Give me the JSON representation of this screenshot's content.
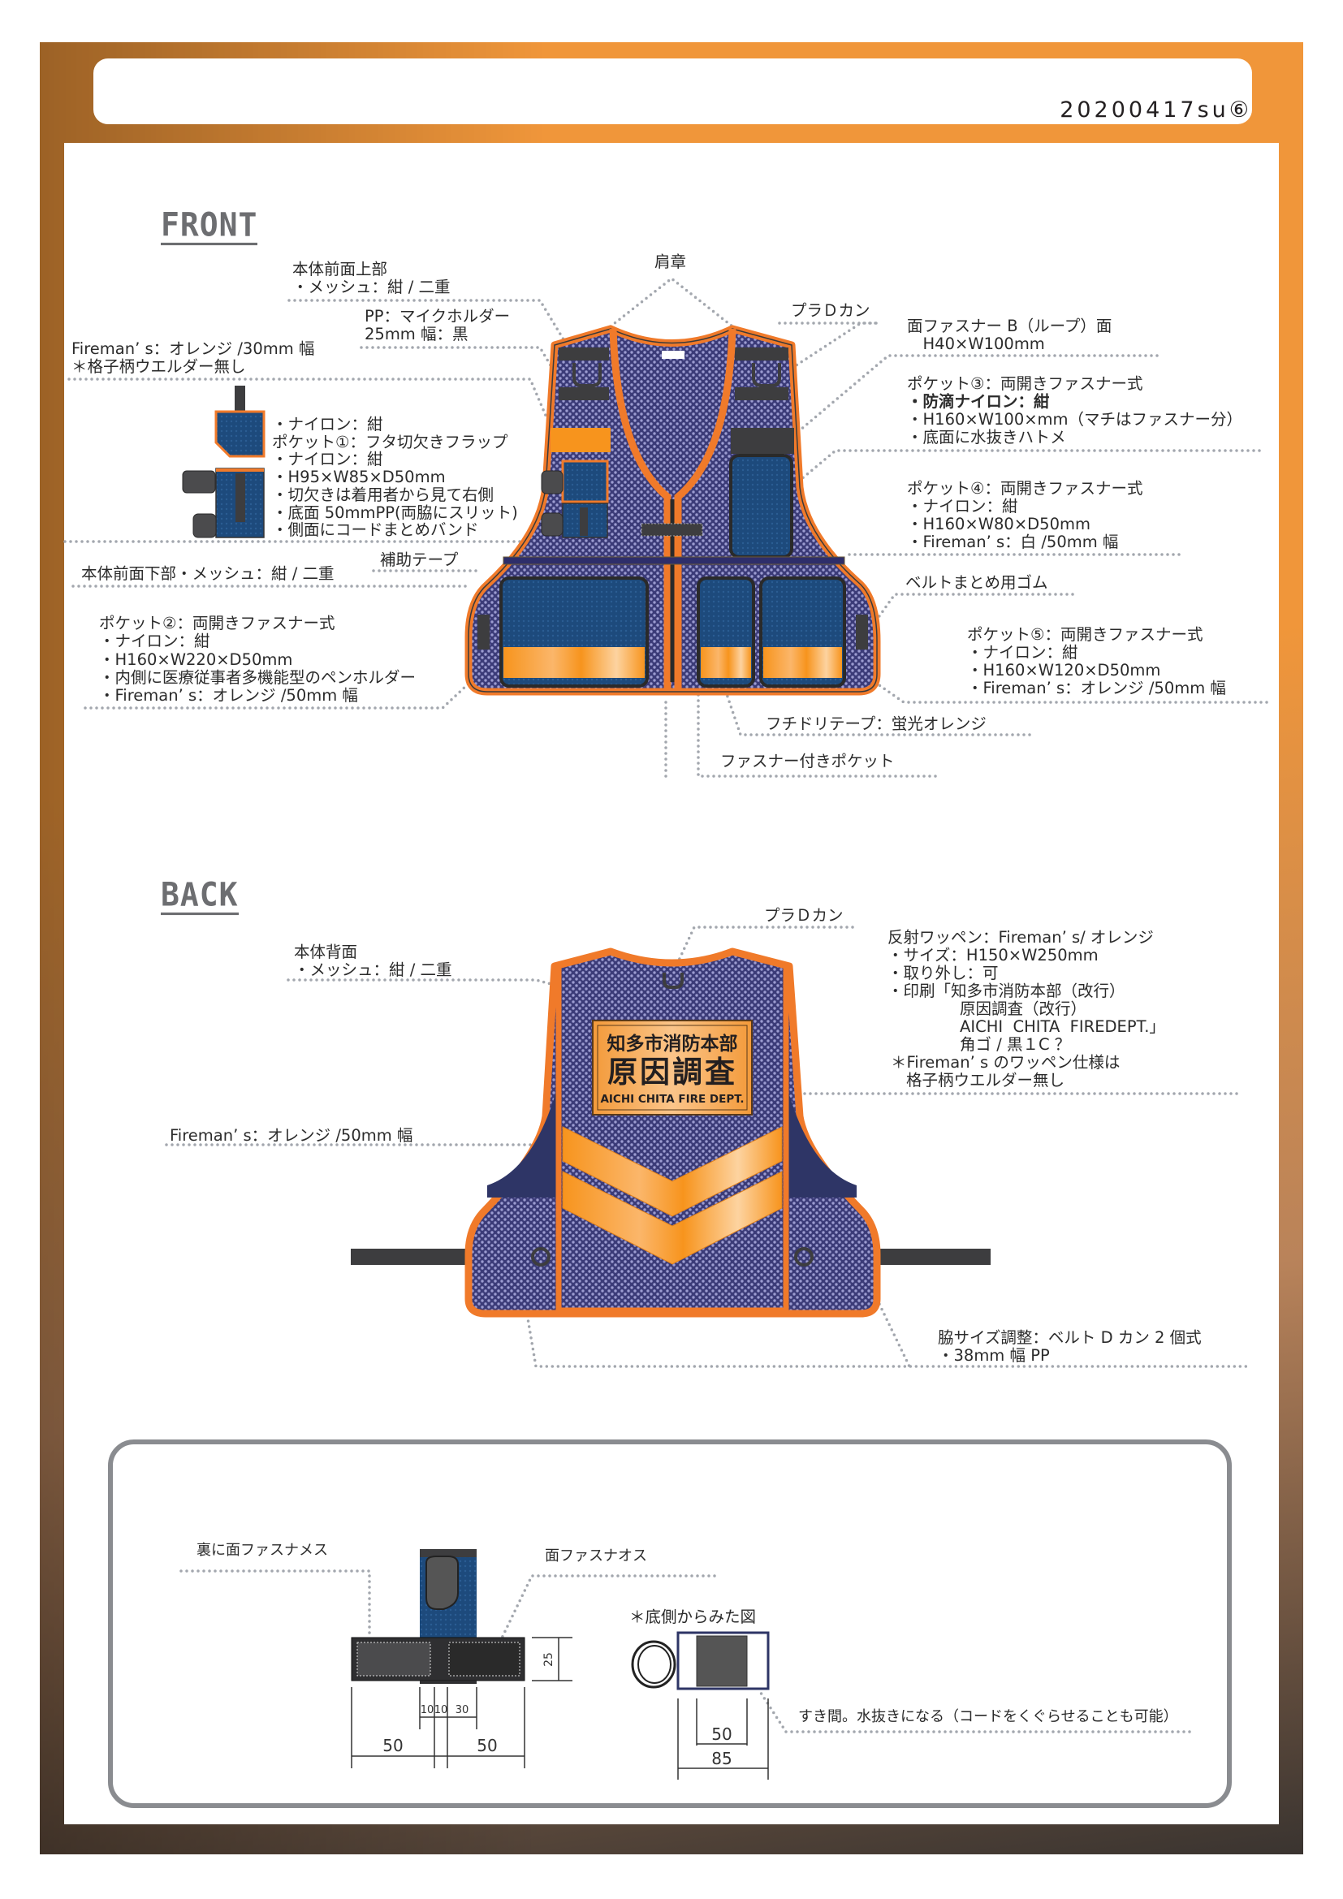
{
  "header": {
    "date": "20200417su⑥"
  },
  "front": {
    "heading": "FRONT",
    "labels": [
      {
        "id": "upper_body",
        "lines": [
          "本体前面上部",
          "・メッシュ：紺 / 二重"
        ]
      },
      {
        "id": "mic_holder",
        "lines": [
          "PP：マイクホルダー",
          "25mm 幅：黒"
        ]
      },
      {
        "id": "fireman30",
        "lines": [
          "Fireman’ s：オレンジ /30mm 幅",
          "＊格子柄ウエルダー無し"
        ]
      },
      {
        "id": "pocket1",
        "lines": [
          "・ナイロン：紺",
          "ポケット①：フタ切欠きフラップ",
          "・ナイロン：紺",
          "・H95×W85×D50mm",
          "・切欠きは着用者から見て右側",
          "・底面 50mmPP(両脇にスリット)",
          "・側面にコードまとめバンド"
        ]
      },
      {
        "id": "hojo_tape",
        "lines": [
          "補助テープ"
        ]
      },
      {
        "id": "lower_body",
        "lines": [
          "本体前面下部・メッシュ：紺 / 二重"
        ]
      },
      {
        "id": "pocket2",
        "lines": [
          "ポケット②：両開きファスナー式",
          "・ナイロン：紺",
          "・H160×W220×D50mm",
          "・内側に医療従事者多機能型のペンホルダー",
          "・Fireman’ s：オレンジ /50mm 幅"
        ]
      },
      {
        "id": "epaulette",
        "lines": [
          "肩章"
        ]
      },
      {
        "id": "d_ring",
        "lines": [
          "プラＤカン"
        ]
      },
      {
        "id": "velcro_b",
        "lines": [
          "面ファスナー B（ループ）面",
          "　H40×W100mm"
        ]
      },
      {
        "id": "pocket3",
        "lines": [
          "ポケット③：両開きファスナー式",
          "・防滴ナイロン：紺",
          "・H160×W100×mm（マチはファスナー分）",
          "・底面に水抜きハトメ"
        ]
      },
      {
        "id": "pocket4",
        "lines": [
          "ポケット④：両開きファスナー式",
          "・ナイロン：紺",
          "・H160×W80×D50mm",
          "・Fireman’ s：白 /50mm 幅"
        ]
      },
      {
        "id": "belt_gum",
        "lines": [
          "ベルトまとめ用ゴム"
        ]
      },
      {
        "id": "pocket5",
        "lines": [
          "ポケット⑤：両開きファスナー式",
          "・ナイロン：紺",
          "・H160×W120×D50mm",
          "・Fireman’ s：オレンジ /50mm 幅"
        ]
      },
      {
        "id": "piping",
        "lines": [
          "フチドリテープ：蛍光オレンジ"
        ]
      },
      {
        "id": "zip_pocket",
        "lines": [
          "ファスナー付きポケット"
        ]
      }
    ]
  },
  "back": {
    "heading": "BACK",
    "patch": {
      "line1": "知多市消防本部",
      "line2": "原因調査",
      "line3": "AICHI CHITA FIRE DEPT."
    },
    "labels": [
      {
        "id": "back_body",
        "lines": [
          "本体背面",
          "・メッシュ：紺 / 二重"
        ]
      },
      {
        "id": "back_d_ring",
        "lines": [
          "プラＤカン"
        ]
      },
      {
        "id": "patch_spec",
        "lines": [
          "反射ワッペン：Fireman’ s/ オレンジ",
          "・サイズ：H150×W250mm",
          "・取り外し：可",
          "・印刷「知多市消防本部（改行）",
          "原因調査（改行）",
          "AICHI  CHITA  FIREDEPT.」",
          "角ゴ / 黒１C ？",
          "＊Fireman’ s のワッペン仕様は",
          "格子柄ウエルダー無し"
        ]
      },
      {
        "id": "back_fireman50",
        "lines": [
          "Fireman’ s：オレンジ /50mm 幅"
        ]
      },
      {
        "id": "side_adjust",
        "lines": [
          "脇サイズ調整：ベルト D カン 2 個式",
          "・38mm 幅 PP"
        ]
      }
    ]
  },
  "detail": {
    "labels": [
      {
        "id": "velcro_female",
        "lines": [
          "裏に面ファスナメス"
        ]
      },
      {
        "id": "velcro_male",
        "lines": [
          "面ファスナオス"
        ]
      },
      {
        "id": "bottom_view",
        "lines": [
          "＊底側からみた図"
        ]
      },
      {
        "id": "gap_note",
        "lines": [
          "すき間。水抜きになる（コードをくぐらせることも可能）"
        ]
      }
    ],
    "dims": {
      "height": "25",
      "a": "10",
      "b": "10",
      "c": "30",
      "left": "50",
      "right": "50",
      "inner": "50",
      "outer": "85"
    }
  },
  "colors": {
    "orange": "#f0963a",
    "navy_mesh": "#3b3b78",
    "nylon": "#1d4a7c",
    "piping": "#f07a2a"
  }
}
